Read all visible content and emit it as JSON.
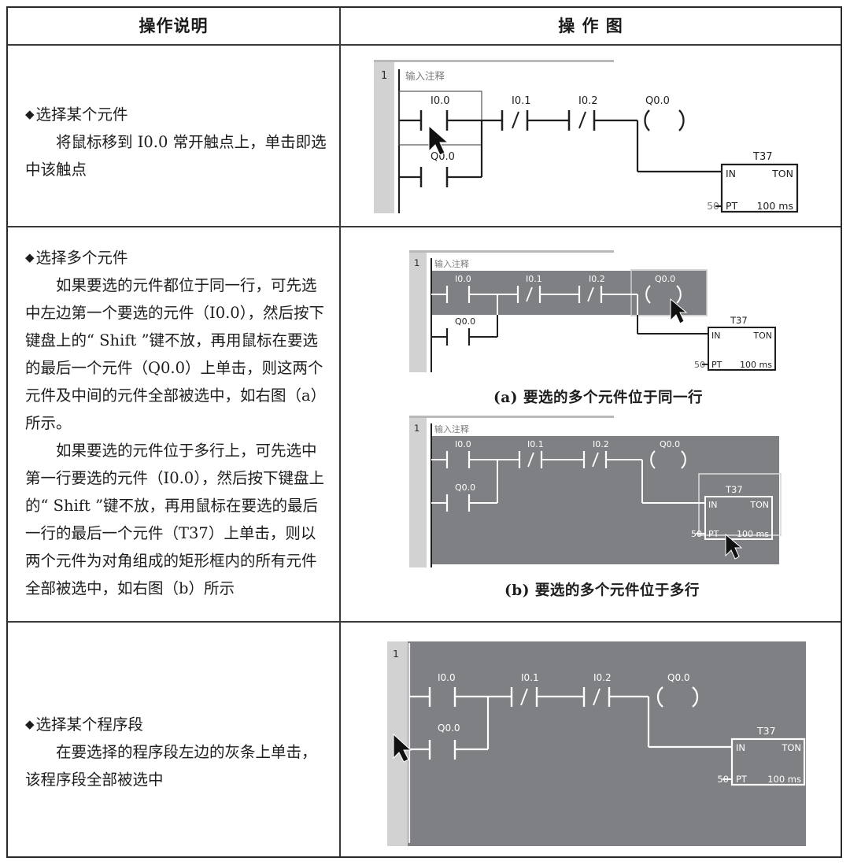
{
  "table": {
    "headers": {
      "col_left": "操作说明",
      "col_right": "操 作 图"
    }
  },
  "rows": [
    {
      "id": "select-single-element",
      "bullet": "◆",
      "title": "选择某个元件",
      "paragraphs": [
        "将鼠标移到 I0.0 常开触点上，单击即选中该触点"
      ],
      "figures": [
        {
          "id": "fig-row1",
          "caption": "",
          "network_number": "1",
          "comment": "输入注释",
          "contacts": {
            "i00": "I0.0",
            "q00_branch": "Q0.0",
            "i01": "I0.1",
            "i02": "I0.2",
            "coil": "Q0.0"
          },
          "timer": {
            "name": "T37",
            "in": "IN",
            "type": "TON",
            "pt_label": "PT",
            "preset": "50",
            "timebase": "100 ms"
          },
          "selection": "single-contact-i00",
          "cursor": true
        }
      ]
    },
    {
      "id": "select-multiple-elements",
      "bullet": "◆",
      "title": "选择多个元件",
      "paragraphs": [
        "如果要选的元件都位于同一行，可先选中左边第一个要选的元件（I0.0），然后按下键盘上的“ Shift ”键不放，再用鼠标在要选的最后一个元件（Q0.0）上单击，则这两个元件及中间的元件全部被选中，如右图（a）所示。",
        "如果要选的元件位于多行上，可先选中第一行要选的元件（I0.0），然后按下键盘上的“ Shift ”键不放，再用鼠标在要选的最后一行的最后一个元件（T37）上单击，则以两个元件为对角组成的矩形框内的所有元件全部被选中，如右图（b）所示"
      ],
      "figures": [
        {
          "id": "fig-row2a",
          "caption": "(a)  要选的多个元件位于同一行",
          "network_number": "1",
          "comment": "输入注释",
          "contacts": {
            "i00": "I0.0",
            "q00_branch": "Q0.0",
            "i01": "I0.1",
            "i02": "I0.2",
            "coil": "Q0.0"
          },
          "timer": {
            "name": "T37",
            "in": "IN",
            "type": "TON",
            "pt_label": "PT",
            "preset": "50",
            "timebase": "100 ms"
          },
          "selection": "first-rung-row",
          "cursor": true
        },
        {
          "id": "fig-row2b",
          "caption": "(b)  要选的多个元件位于多行",
          "network_number": "1",
          "comment": "输入注释",
          "contacts": {
            "i00": "I0.0",
            "q00_branch": "Q0.0",
            "i01": "I0.1",
            "i02": "I0.2",
            "coil": "Q0.0"
          },
          "timer": {
            "name": "T37",
            "in": "IN",
            "type": "TON",
            "pt_label": "PT",
            "preset": "50",
            "timebase": "100 ms"
          },
          "selection": "rectangle-multi-row",
          "cursor": true
        }
      ]
    },
    {
      "id": "select-network",
      "bullet": "◆",
      "title": "选择某个程序段",
      "paragraphs": [
        "在要选择的程序段左边的灰条上单击，该程序段全部被选中"
      ],
      "figures": [
        {
          "id": "fig-row3",
          "caption": "",
          "network_number": "1",
          "comment": "",
          "contacts": {
            "i00": "I0.0",
            "q00_branch": "Q0.0",
            "i01": "I0.1",
            "i02": "I0.2",
            "coil": "Q0.0"
          },
          "timer": {
            "name": "T37",
            "in": "IN",
            "type": "TON",
            "pt_label": "PT",
            "preset": "50",
            "timebase": "100 ms"
          },
          "selection": "whole-network",
          "cursor": true
        }
      ]
    }
  ],
  "colors": {
    "selection_gray": "#7f8084",
    "network_bar_gray": "#d2d2d2",
    "border_dark": "#2b2b2b",
    "ladder_line": "#1f1f1f",
    "ladder_line_selected": "#ffffff"
  }
}
